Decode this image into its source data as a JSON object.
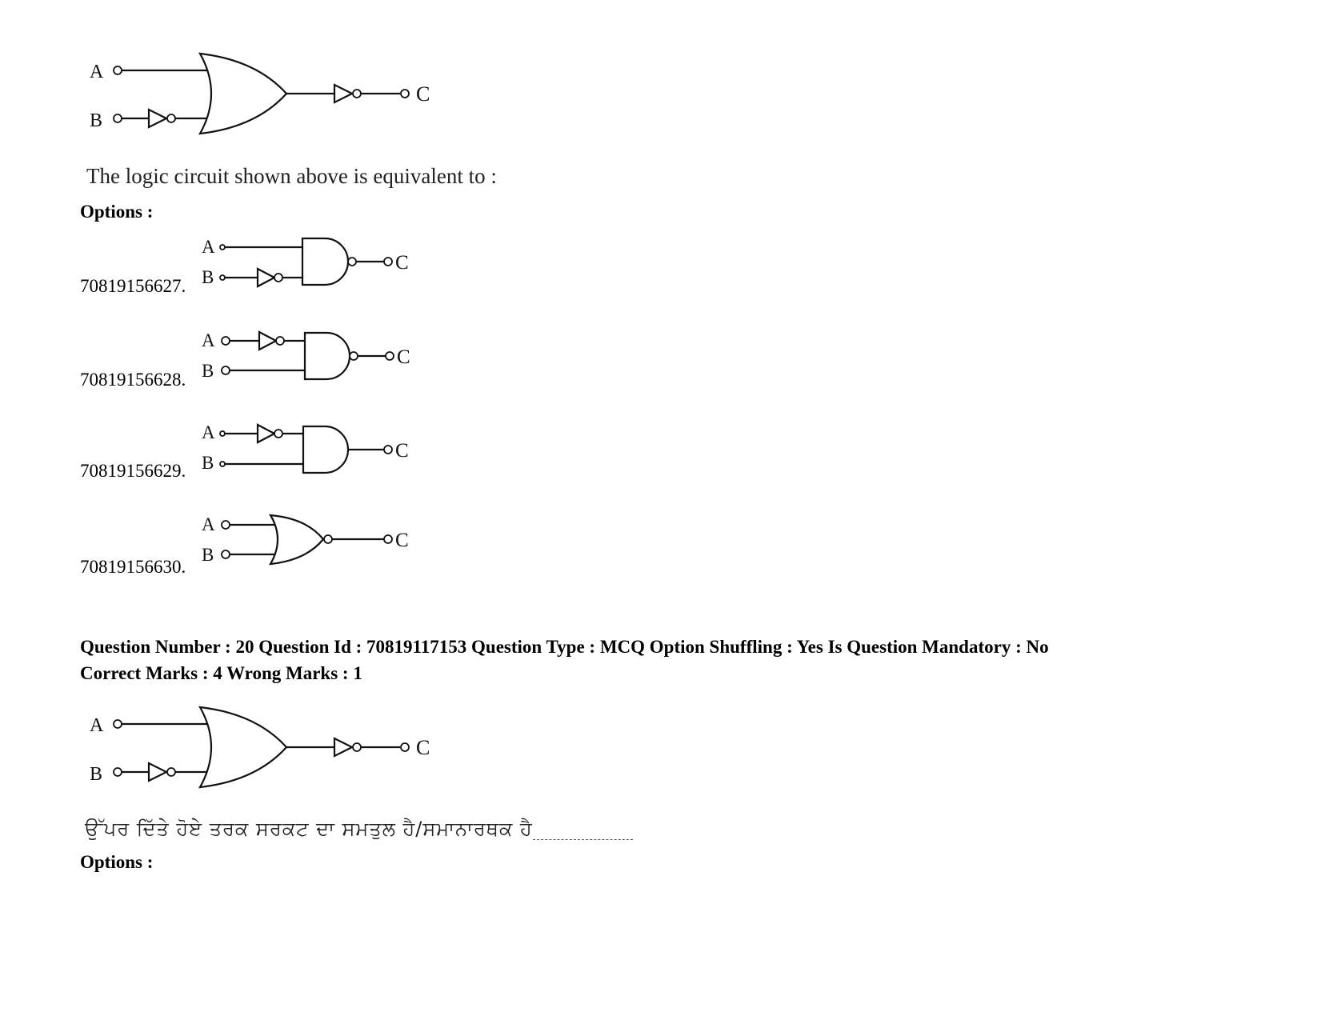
{
  "circuit_terminals": {
    "a": "A",
    "b": "B",
    "c": "C"
  },
  "question_19": {
    "stem": "The logic circuit shown above is equivalent to :",
    "options_label": "Options :",
    "options": [
      {
        "id": "70819156627."
      },
      {
        "id": "70819156628."
      },
      {
        "id": "70819156629."
      },
      {
        "id": "70819156630."
      }
    ]
  },
  "question_20": {
    "meta_line1": "Question Number : 20 Question Id : 70819117153 Question Type : MCQ Option Shuffling : Yes Is Question Mandatory : No",
    "meta_line2": "Correct Marks : 4 Wrong Marks : 1",
    "stem_punjabi": "ਉੱਪਰ ਦਿੱਤੇ ਹੋਏ ਤਰਕ ਸਰਕਟ ਦਾ ਸਮਤੁਲ ਹੈ/ਸਮਾਨਾਰਥਕ ਹੈ",
    "options_label": "Options :"
  }
}
